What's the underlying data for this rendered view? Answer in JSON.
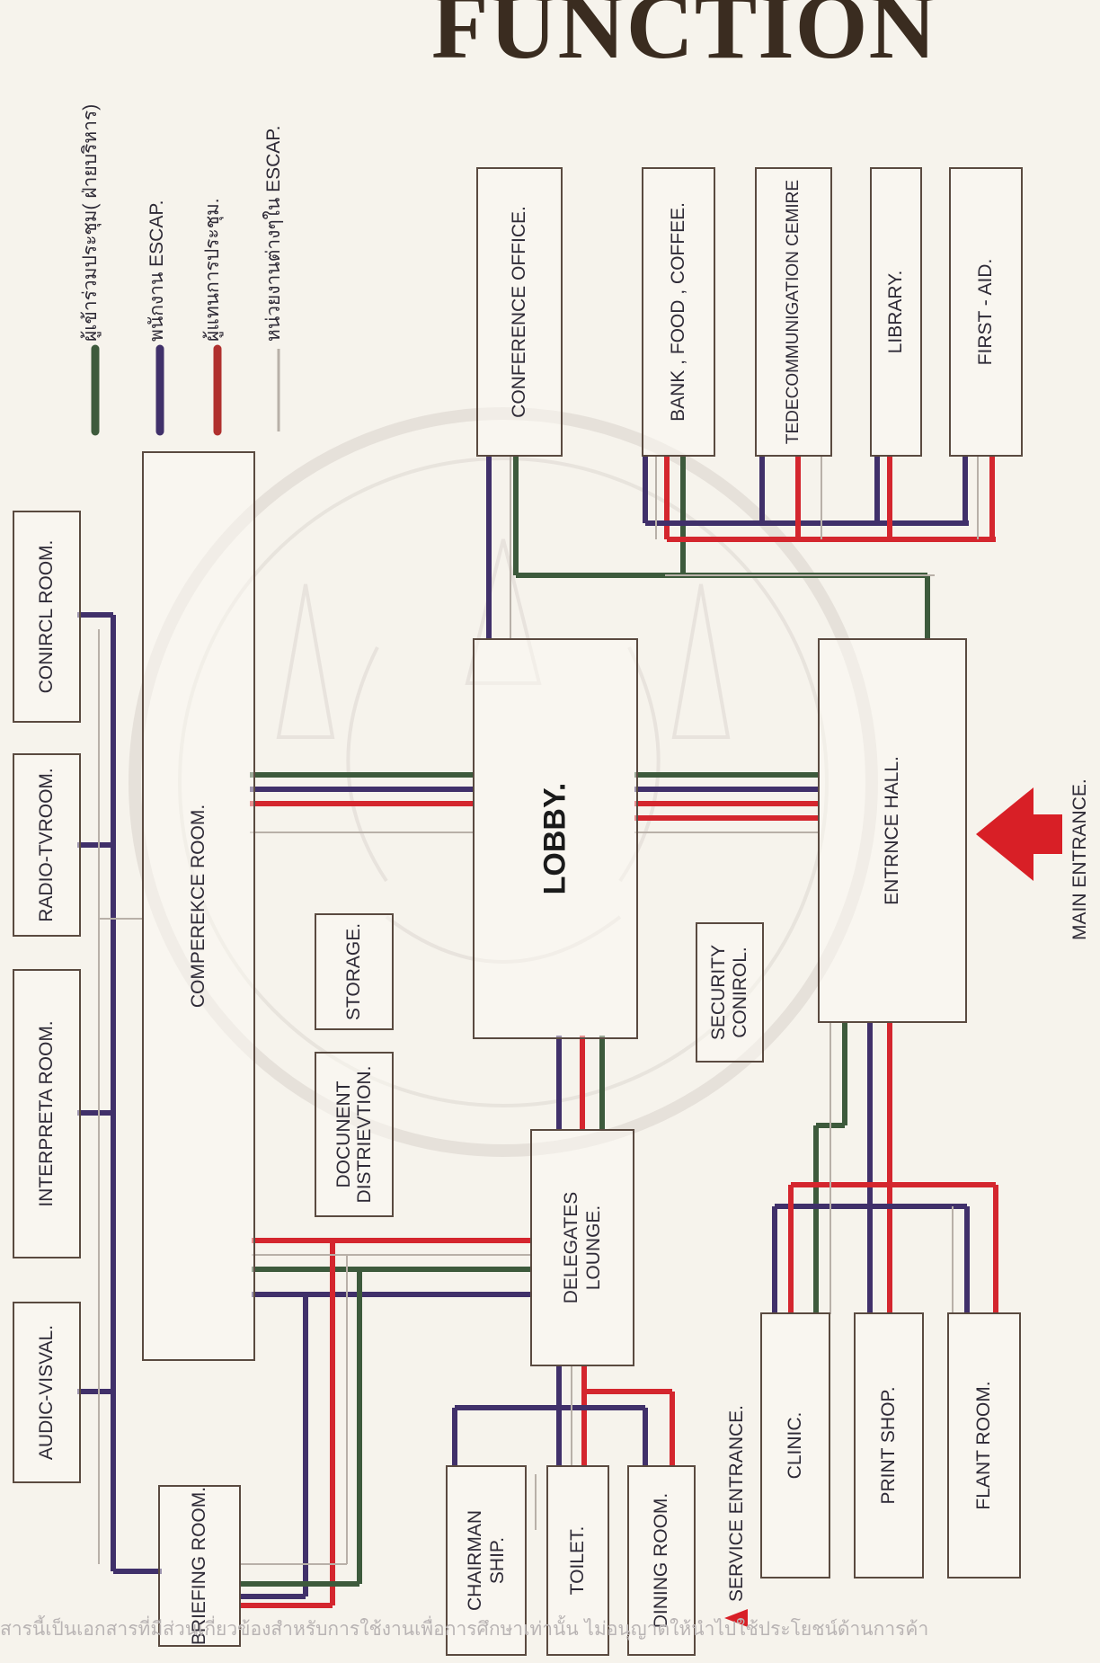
{
  "title": "FUNCTION",
  "legend": [
    {
      "text": "ผู้เข้าร่วมประชุม( ฝ่ายบริหาร)",
      "color": "#3d5a3c"
    },
    {
      "text": "พนักงาน ESCAP.",
      "color": "#40306a"
    },
    {
      "text": "ผู้แทนการประชุม.",
      "color": "#b0302e"
    },
    {
      "text": "หน่วยงานต่างๆใน ESCAP.",
      "color": "#b8b0a8"
    }
  ],
  "rooms": {
    "conference_office": "CONFERENCE OFFICE.",
    "bank_food_coffee": "BANK , FOOD , COFFEE.",
    "telecommunication": "TEDECOMMUNIGATION CEMIRE",
    "library": "LIBRARY.",
    "first_aid": "FIRST - AID.",
    "control_room": "CONIRCL ROOM.",
    "radio_tv_room": "RADIO-TVROOM.",
    "interpreter_room": "INTERPRETA ROOM.",
    "audio_visual": "AUDIC-VISVAL.",
    "conference_room": "COMPEREKCE ROOM.",
    "storage": "STORAGE.",
    "document_distribution": "DOCUNENT DISTRIEVTION.",
    "lobby": "LOBBY.",
    "security_control": "SECURITY CONIROL.",
    "entrance_hall": "ENTRNCE HALL.",
    "delegates_lounge": "DELEGATES LOUNGE.",
    "briefing_room": "BRIEFING ROOM.",
    "chairmanship": "CHAIRMAN SHIP.",
    "toilet": "TOILET.",
    "dining_room": "DINING ROOM.",
    "clinic": "CLINIC.",
    "print_shop": "PRINT SHOP.",
    "plant_room": "FLANT ROOM."
  },
  "main_entrance": "MAIN ENTRANCE.",
  "service_entrance": "SERVICE ENTRANCE.",
  "notice": "สารนี้เป็นเอกสารที่มีส่วนเกี่ยวข้องสำหรับการใช้งานเพื่อการศึกษาเท่านั้น ไม่อนุญาตให้นำไปใช้ประโยชน์ด้านการค้า",
  "colors": {
    "green": "#3d5a3c",
    "purple": "#40306a",
    "red": "#d4262e",
    "thin": "#b8b0a8",
    "arrow": "#d81f26"
  }
}
